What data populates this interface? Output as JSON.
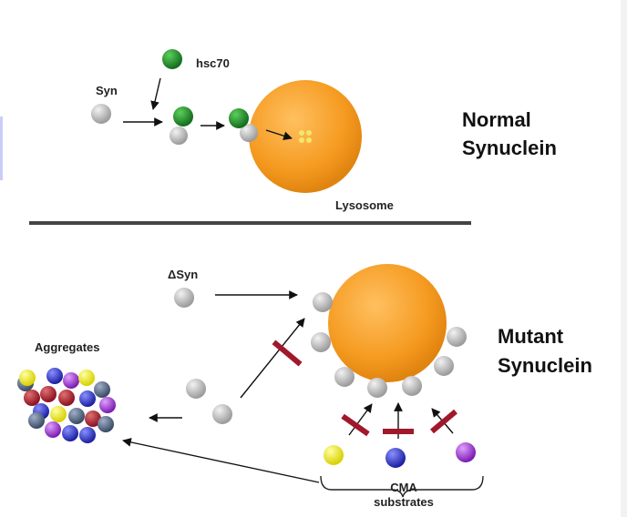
{
  "colors": {
    "lysosome": "#f59a20",
    "lysosome_light": "#ffc060",
    "hsc70": "#1f8a2a",
    "syn": "#bdbdbd",
    "inhibitor": "#a0182a",
    "divider": "#444444"
  },
  "normal": {
    "hsc70_label": "hsc70",
    "syn_label": "Syn",
    "lysosome_label": "Lysosome",
    "title_line1": "Normal",
    "title_line2": "Synuclein"
  },
  "mutant": {
    "asyn_label": "ΔSyn",
    "aggregates_label": "Aggregates",
    "title_line1": "Mutant",
    "title_line2": "Synuclein",
    "cma_line1": "CMA",
    "cma_line2": "substrates"
  }
}
